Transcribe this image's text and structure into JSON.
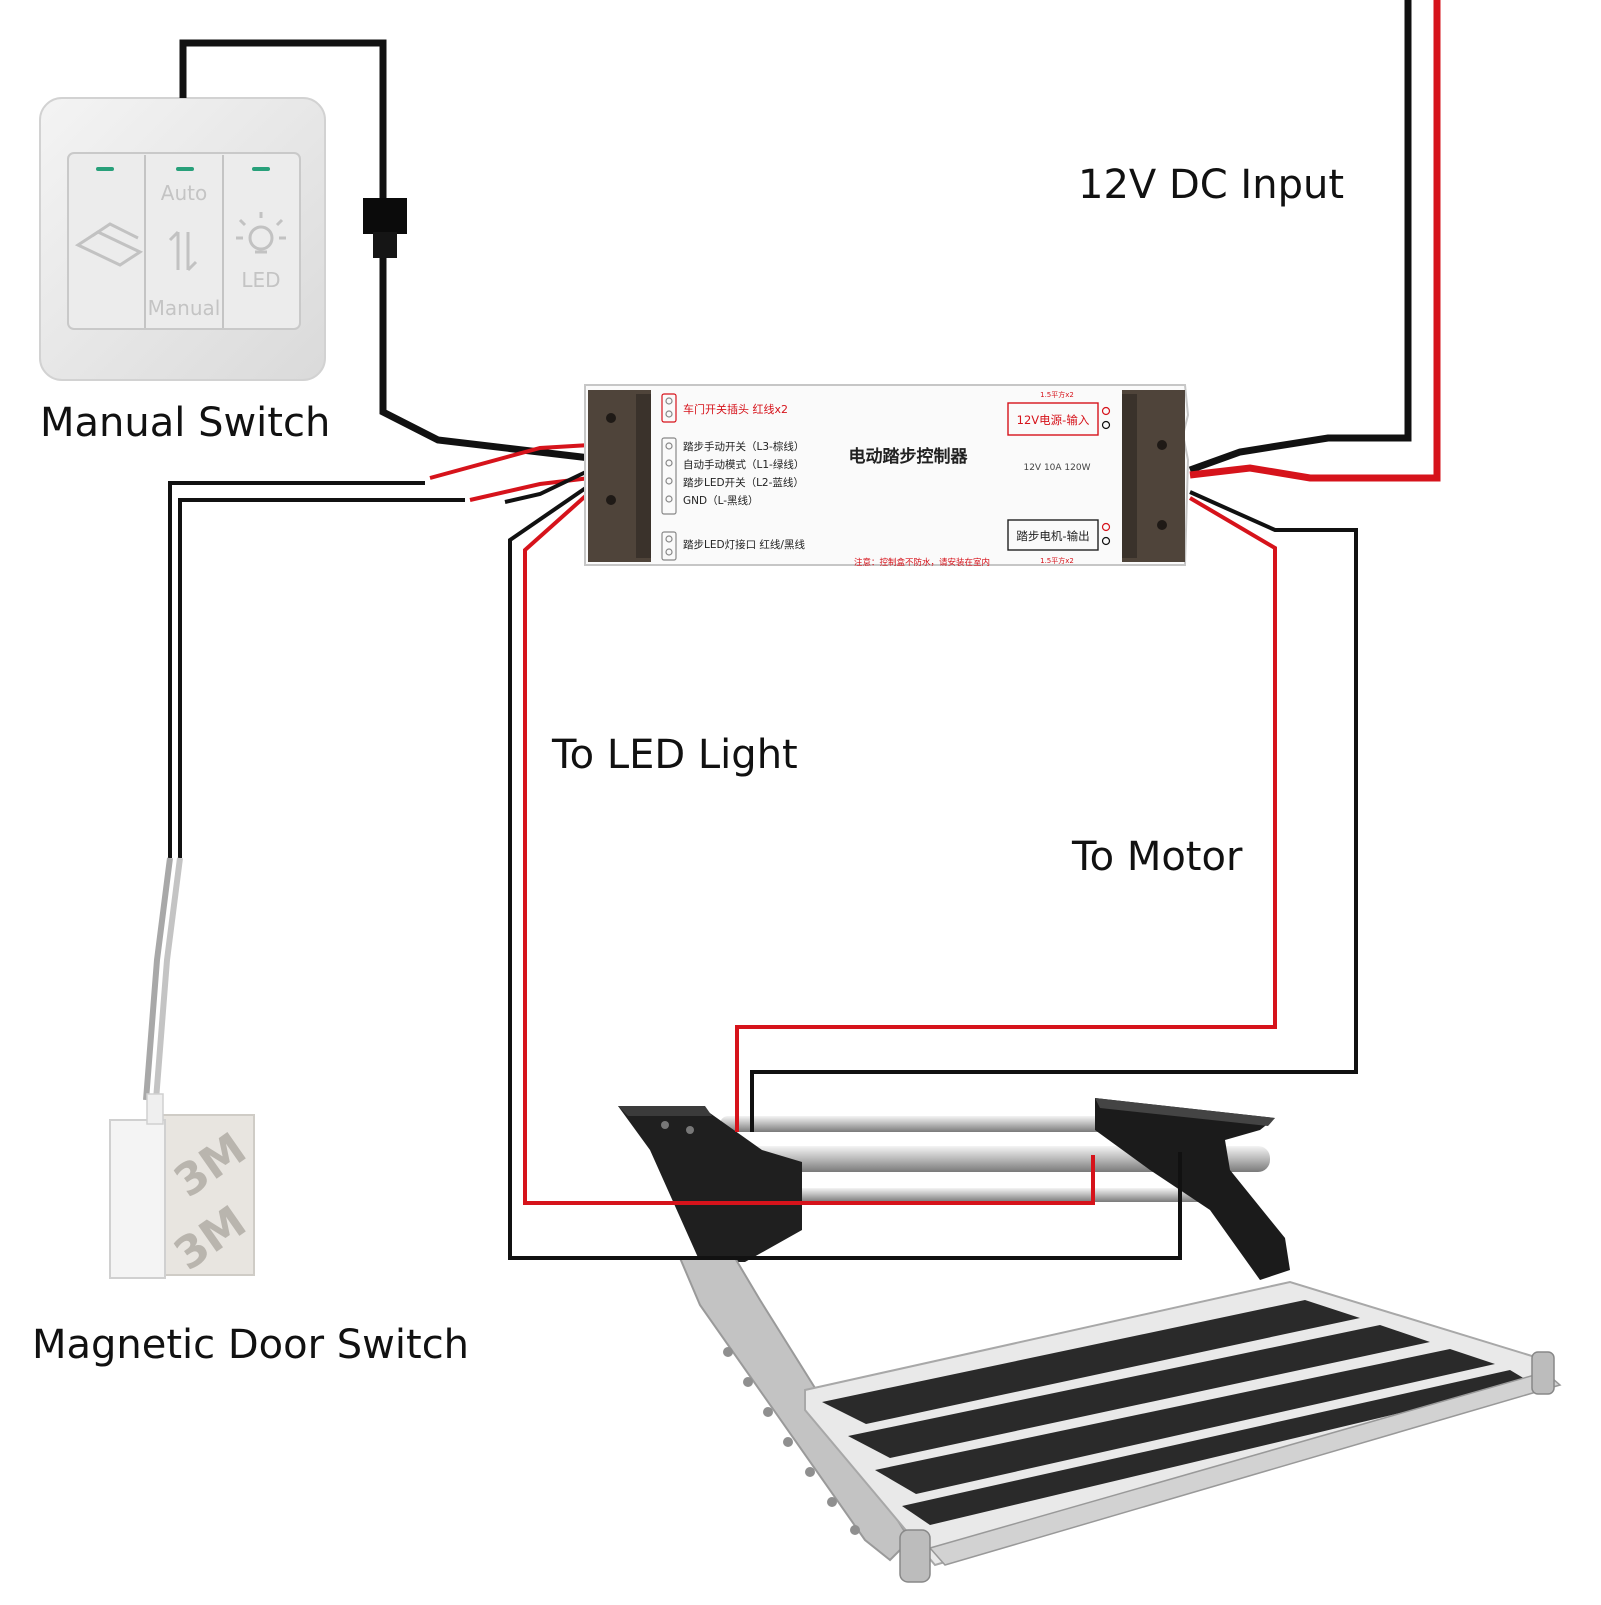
{
  "diagram": {
    "labels": {
      "manual_switch": "Manual Switch",
      "dc_input": "12V DC Input",
      "to_led": "To LED Light",
      "to_motor": "To Motor",
      "door_switch": "Magnetic Door Switch"
    },
    "switch_panel": {
      "auto": "Auto",
      "manual": "Manual",
      "led": "LED"
    },
    "magnet_brand": "3M",
    "controller": {
      "title": "电动踏步控制器",
      "rating": "12V 10A 120W",
      "door_input": "车门开关插头 红线x2",
      "wire_rows": [
        "踏步手动开关（L3-棕线）",
        "自动手动模式（L1-绿线）",
        "踏步LED开关（L2-蓝线）",
        "GND（L-黑线）"
      ],
      "led_port": "踏步LED灯接口 红线/黑线",
      "power_in": "12V电源-输入",
      "motor_out": "踏步电机-输出",
      "note": "注意：控制盒不防水，请安装在室内",
      "wire_spec_top": "1.5平方x2",
      "wire_spec_bottom": "1.5平方x2"
    },
    "colors": {
      "red_wire": "#d6131b",
      "black_wire": "#111111",
      "panel": "#f0f0f0",
      "led_indicator": "#28a07a"
    }
  }
}
